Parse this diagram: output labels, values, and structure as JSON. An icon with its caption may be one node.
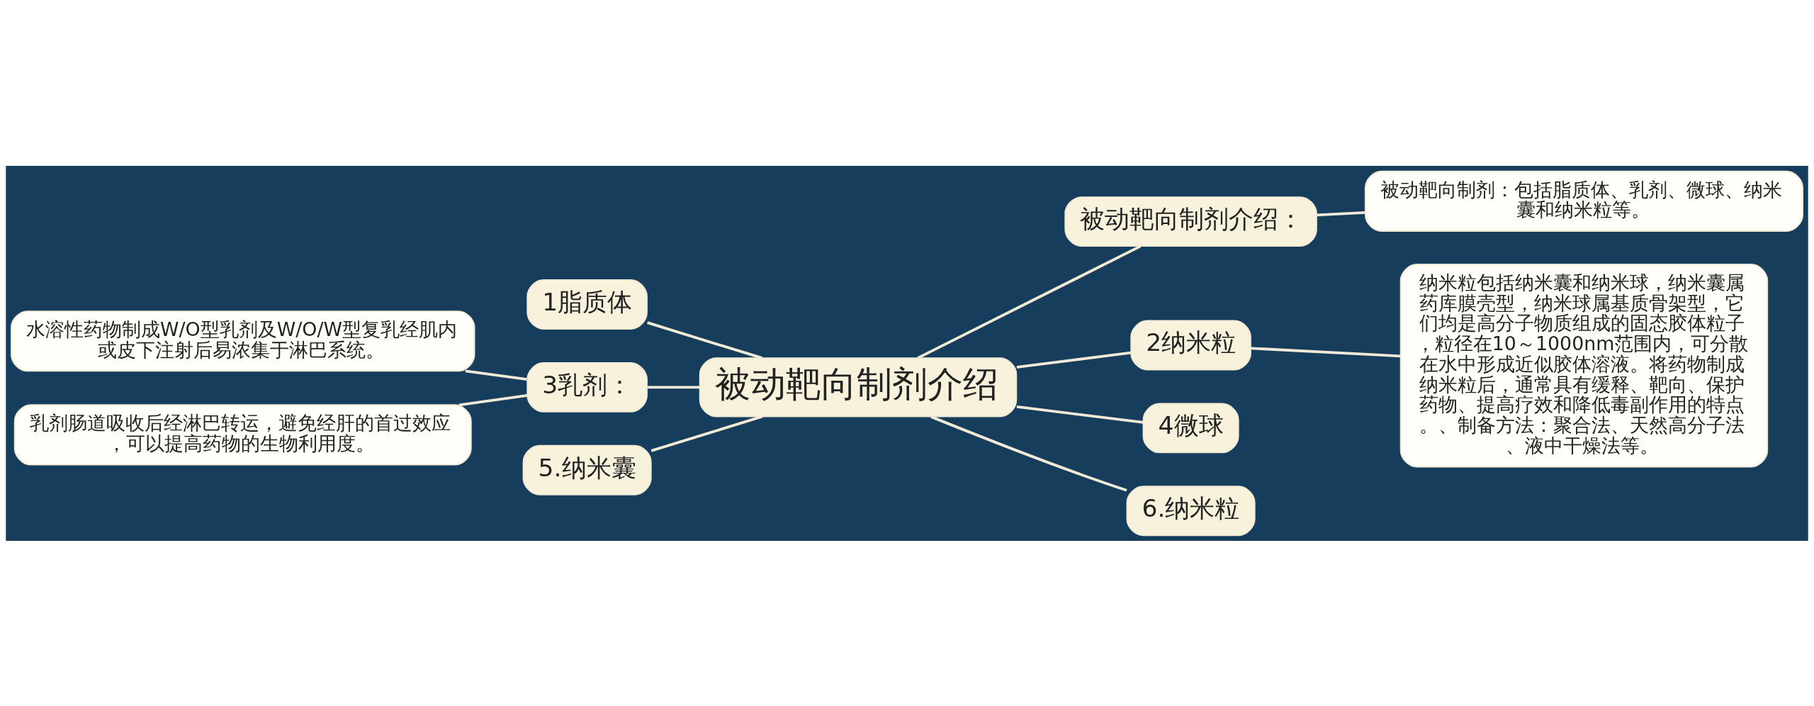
{
  "diagram": {
    "nodes": [
      {
        "text": [
          "被动靶向制剂介绍"
        ]
      },
      {
        "text": [
          "1脂质体"
        ]
      },
      {
        "text": [
          "3乳剂："
        ]
      },
      {
        "text": [
          "水溶性药物制成W/O型乳剂及W/O/W型复乳经肌内或皮下注射后易浓集于淋巴系统。"
        ]
      },
      {
        "text": [
          "乳剂肠道吸收后经淋巴转运，避免经肝的首过效应，可以提高药物的生物利用度。"
        ]
      },
      {
        "text": [
          "5.纳米囊"
        ]
      },
      {
        "text": [
          "被动靶向制剂介绍："
        ]
      },
      {
        "text": [
          "被动靶向制剂：包括脂质体、乳剂、微球、纳米囊和纳米粒等。"
        ]
      },
      {
        "text": [
          "2纳米粒"
        ]
      },
      {
        "text": [
          "纳米粒包括纳米囊和纳米球，纳米囊属药库膜壳型，纳米球属基质骨架型，它们均是高分子物质组成的固态胶体粒子，粒径在10～1000nm范围内，可分散在水中形成近似胶体溶液。将药物制成纳米粒后，通常具有缓释、靶向、保护药物、提高疗效和降低毒副作用的特点。、制备方法：聚合法、天然高分子法、液中干燥法等。"
        ]
      },
      {
        "text": [
          "4微球"
        ]
      },
      {
        "text": [
          "6.纳米粒"
        ]
      }
    ],
    "edges": [
      {
        "from": 0,
        "to": 1,
        "arrow": "none"
      },
      {
        "from": 0,
        "to": 2,
        "arrow": "none"
      },
      {
        "from": 2,
        "to": 3,
        "arrow": "none"
      },
      {
        "from": 2,
        "to": 4,
        "arrow": "none"
      },
      {
        "from": 0,
        "to": 5,
        "arrow": "none"
      },
      {
        "from": 0,
        "to": 6,
        "arrow": "none"
      },
      {
        "from": 6,
        "to": 7,
        "arrow": "none"
      },
      {
        "from": 0,
        "to": 8,
        "arrow": "none"
      },
      {
        "from": 8,
        "to": 9,
        "arrow": "none"
      },
      {
        "from": 0,
        "to": 10,
        "arrow": "none"
      },
      {
        "from": 0,
        "to": 11,
        "arrow": "none"
      }
    ]
  }
}
